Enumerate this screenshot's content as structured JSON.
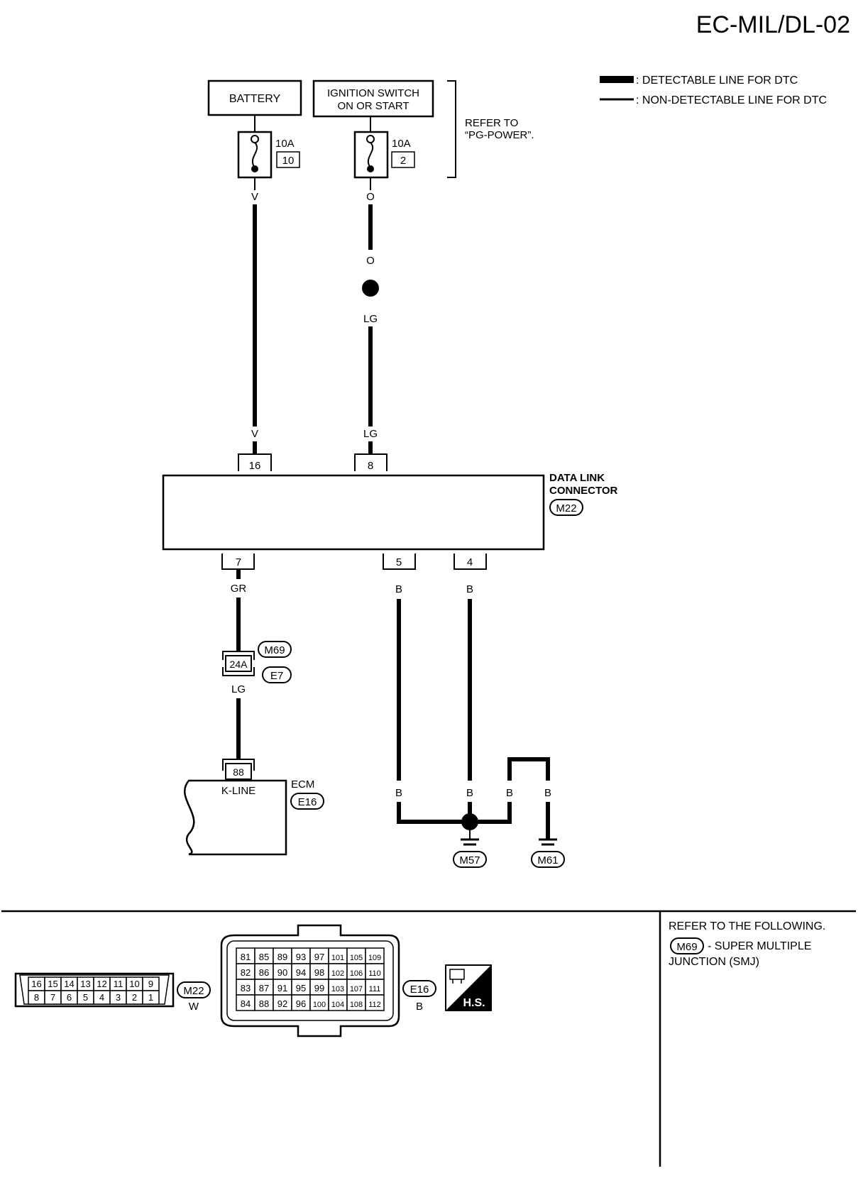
{
  "page_title": "EC-MIL/DL-02",
  "legend": {
    "detectable": ": DETECTABLE LINE FOR DTC",
    "non_detectable": ": NON-DETECTABLE LINE FOR DTC"
  },
  "power": {
    "battery": "BATTERY",
    "ignition_line1": "IGNITION SWITCH",
    "ignition_line2": "ON OR START",
    "refer_line1": "REFER TO",
    "refer_line2": "“PG-POWER”.",
    "fuse1_amp": "10A",
    "fuse1_no": "10",
    "fuse2_amp": "10A",
    "fuse2_no": "2"
  },
  "wires": {
    "v_top": "V",
    "v_bottom": "V",
    "o_top": "O",
    "o_mid": "O",
    "lg_mid": "LG",
    "lg_bottom": "LG",
    "gr": "GR",
    "lg_ecm": "LG",
    "b_pin5_top": "B",
    "b_pin4_top": "B",
    "b_pin5_bottom": "B",
    "b_pin4_bottom": "B",
    "b_loop_left": "B",
    "b_loop_right": "B"
  },
  "dlc": {
    "name_line1": "DATA LINK",
    "name_line2": "CONNECTOR",
    "connector": "M22",
    "pin16": "16",
    "pin8": "8",
    "pin7": "7",
    "pin5": "5",
    "pin4": "4"
  },
  "junction": {
    "pin": "24A",
    "connector1": "M69",
    "connector2": "E7"
  },
  "ecm": {
    "name": "ECM",
    "connector": "E16",
    "pin": "88",
    "terminal_label": "K-LINE"
  },
  "grounds": {
    "g1": "M57",
    "g2": "M61"
  },
  "connectors_panel": {
    "m22_top_row": [
      "16",
      "15",
      "14",
      "13",
      "12",
      "11",
      "10",
      "9"
    ],
    "m22_bottom_row": [
      "8",
      "7",
      "6",
      "5",
      "4",
      "3",
      "2",
      "1"
    ],
    "m22_id": "M22",
    "m22_color": "W",
    "e16_rows": [
      [
        "81",
        "85",
        "89",
        "93",
        "97",
        "101",
        "105",
        "109"
      ],
      [
        "82",
        "86",
        "90",
        "94",
        "98",
        "102",
        "106",
        "110"
      ],
      [
        "83",
        "87",
        "91",
        "95",
        "99",
        "103",
        "107",
        "111"
      ],
      [
        "84",
        "88",
        "92",
        "96",
        "100",
        "104",
        "108",
        "112"
      ]
    ],
    "e16_id": "E16",
    "e16_color": "B",
    "hs_label": "H.S.",
    "refer_line1": "REFER TO THE FOLLOWING.",
    "refer_connector": "M69",
    "refer_line2": "- SUPER MULTIPLE",
    "refer_line3": "JUNCTION (SMJ)"
  }
}
